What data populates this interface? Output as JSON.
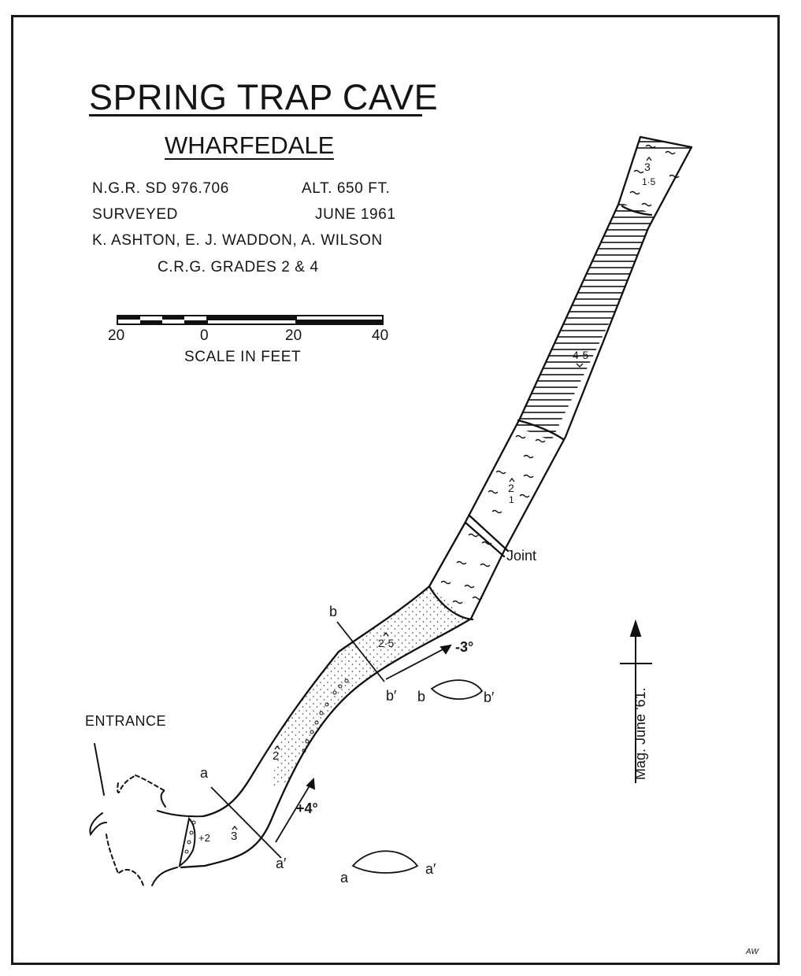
{
  "header": {
    "title": "SPRING TRAP CAVE",
    "subtitle": "WHARFEDALE",
    "ngr": "N.G.R.  SD 976.706",
    "altitude": "ALT.  650  FT.",
    "surveyed_label": "SURVEYED",
    "survey_date": "JUNE  1961",
    "surveyors": "K. ASHTON,   E. J. WADDON,   A. WILSON",
    "grades": "C.R.G.  GRADES  2  &  4"
  },
  "scale_bar": {
    "tick_labels": [
      "20",
      "0",
      "20",
      "40"
    ],
    "caption": "SCALE  IN  FEET"
  },
  "map_labels": {
    "entrance": "ENTRANCE",
    "joint": "Joint",
    "slope_down": "-3°",
    "slope_up": "+4°",
    "north": "Mag.  June  '61.",
    "section_a": "a",
    "section_a_prime": "a′",
    "section_b": "b",
    "section_b_prime": "b′",
    "height_3_top": "3",
    "height_1_5": "1·5",
    "height_4_5": "4·5",
    "height_2_upper": "2",
    "height_1": "1",
    "height_2_5": "2·5",
    "height_2_lower": "2",
    "height_3_lower": "3",
    "height_plus_2": "+2",
    "initials": "AW"
  }
}
